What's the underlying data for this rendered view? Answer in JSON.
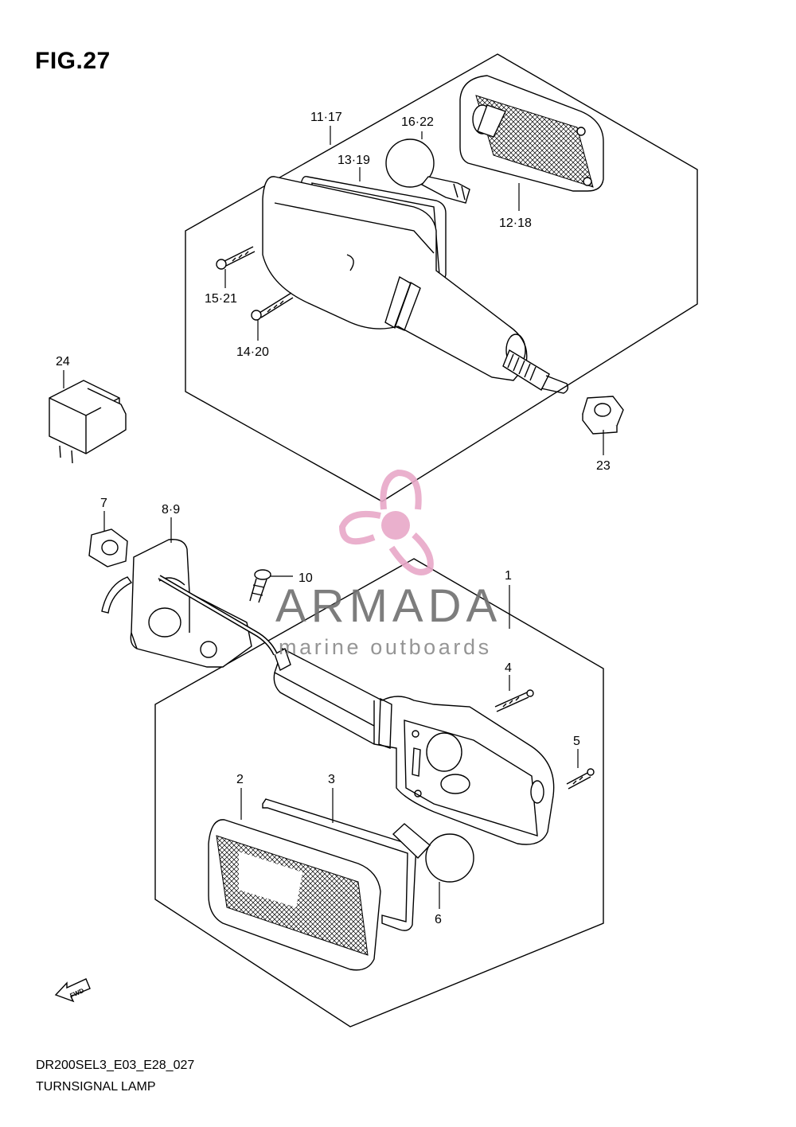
{
  "figure": {
    "title": "FIG.27",
    "model_code": "DR200SEL3_E03_E28_027",
    "caption": "TURNSIGNAL LAMP"
  },
  "watermark": {
    "name": "ARMADA",
    "tagline": "marine outboards",
    "accent_color": "#e8a8c8",
    "icon": "propeller-logo"
  },
  "direction_marker": {
    "label": "FWD",
    "icon": "forward-arrow-icon"
  },
  "part_labels": [
    "11·17",
    "16·22",
    "13·19",
    "12·18",
    "15·21",
    "14·20",
    "24",
    "23",
    "7",
    "8·9",
    "10",
    "1",
    "4",
    "5",
    "2",
    "3",
    "6"
  ],
  "colors": {
    "line": "#000000",
    "background": "#ffffff"
  }
}
